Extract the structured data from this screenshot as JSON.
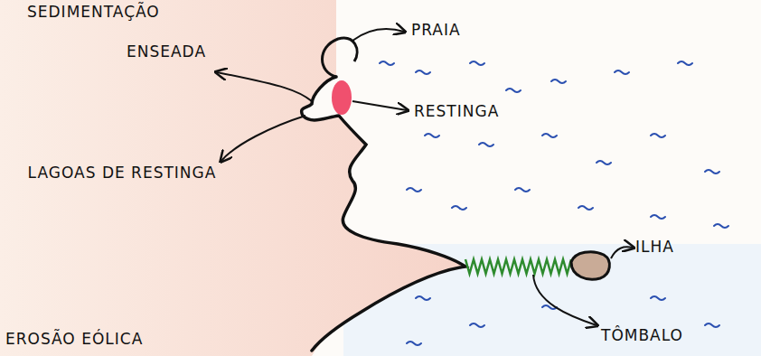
{
  "diagram": {
    "labels": [
      "SEDIMENTAÇÃO",
      "PRAIA",
      "ENSEADA",
      "RESTINGA",
      "LAGOAS DE RESTINGA",
      "ILHA",
      "TÔMBALO",
      "EROSÃO EÓLICA"
    ]
  }
}
